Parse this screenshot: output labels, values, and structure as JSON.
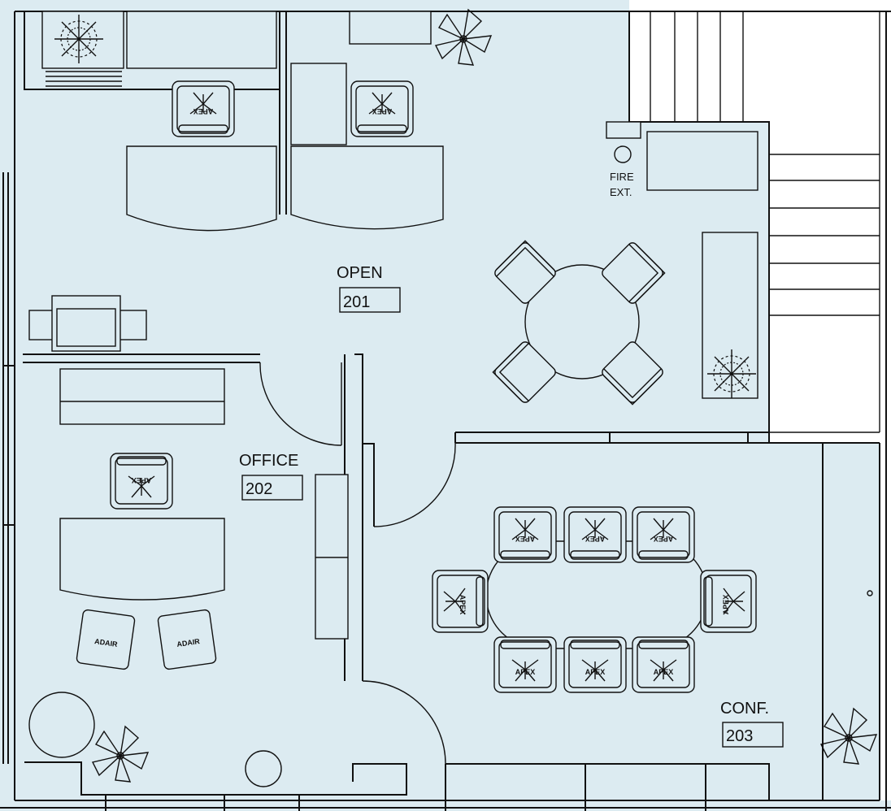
{
  "colors": {
    "floor": "#dcebf1",
    "line": "#111111",
    "background": "#ffffff"
  },
  "rooms": {
    "open": {
      "name": "OPEN",
      "number": "201"
    },
    "office": {
      "name": "OFFICE",
      "number": "202"
    },
    "conf": {
      "name": "CONF.",
      "number": "203"
    }
  },
  "fire_extinguisher": {
    "line1": "FIRE",
    "line2": "EXT."
  },
  "chair_brands": {
    "task": "APEX",
    "guest": "ADAIR"
  }
}
